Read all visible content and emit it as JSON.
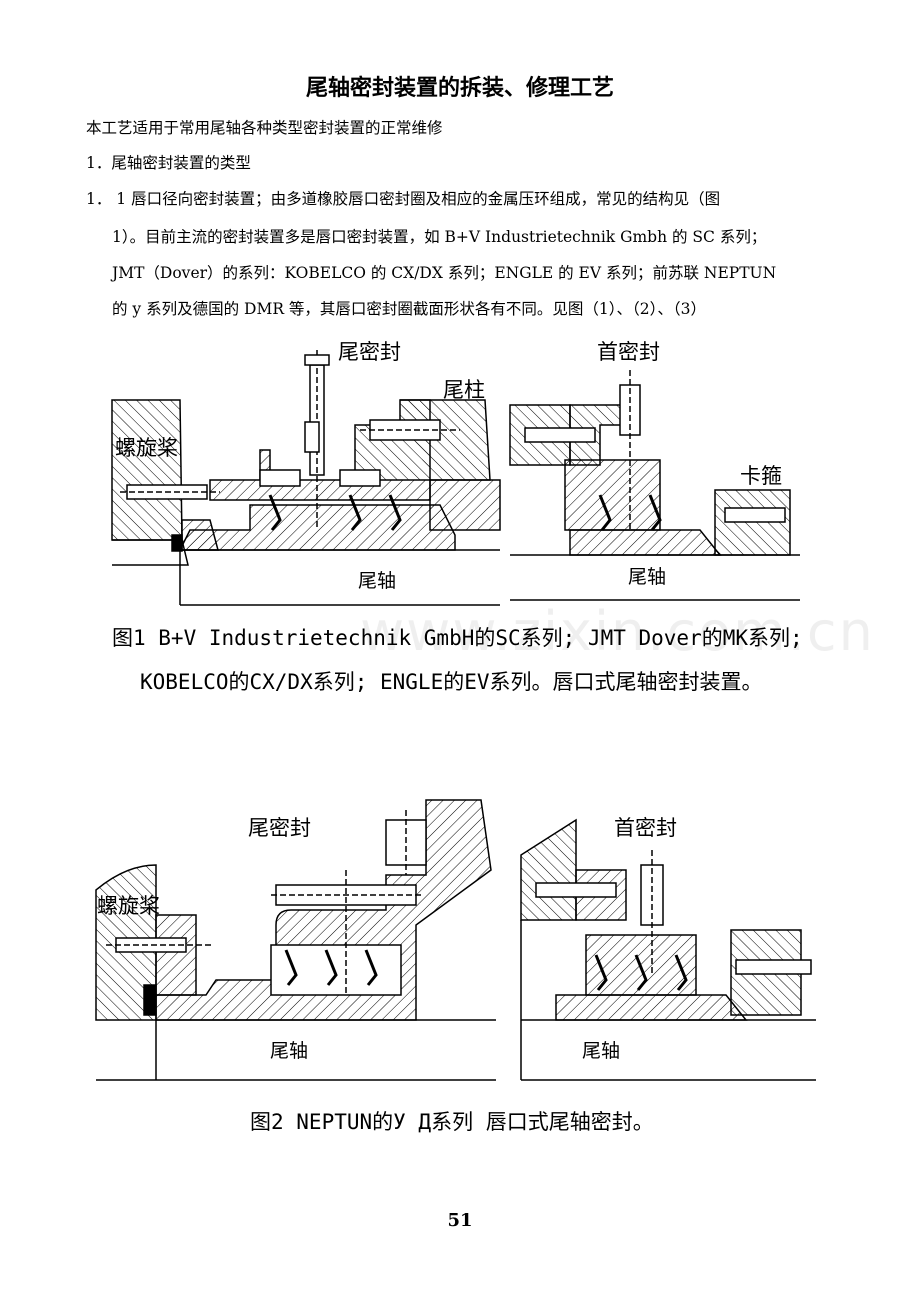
{
  "document": {
    "title": "尾轴密封装置的拆装、修理工艺",
    "intro": "本工艺适用于常用尾轴各种类型密封装置的正常维修",
    "section1": "1．尾轴密封装置的类型",
    "para_line1": "1． 1 唇口径向密封装置；由多道橡胶唇口密封圈及相应的金属压环组成，常见的结构见（图",
    "para_line2": "1）。目前主流的密封装置多是唇口密封装置，如 B+V Industrietechnik Gmbh  的  SC  系列；",
    "para_line3": "JMT（Dover）的系列：KOBELCO  的  CX/DX  系列；ENGLE  的 EV 系列；前苏联 NEPTUN",
    "para_line4": "的 y 系列及德国的 DMR 等，其唇口密封圈截面形状各有不同。见图（1）、（2）、（3）",
    "page_number": "51",
    "watermark": "www.zixin.com.cn"
  },
  "figure1": {
    "labels": {
      "stern_seal": "尾密封",
      "bow_seal": "首密封",
      "stern_post": "尾柱",
      "propeller": "螺旋桨",
      "clamp": "卡箍",
      "shaft_left": "尾轴",
      "shaft_right": "尾轴"
    },
    "caption_line1": "图1 B+V Industrietechnik GmbH的SC系列; JMT Dover的MK系列;",
    "caption_line2": "KOBELCO的CX/DX系列; ENGLE的EV系列。唇口式尾轴密封装置。"
  },
  "figure2": {
    "labels": {
      "stern_seal": "尾密封",
      "bow_seal": "首密封",
      "propeller": "螺旋桨",
      "shaft_left": "尾轴",
      "shaft_right": "尾轴"
    },
    "caption": "图2 NEPTUN的У Д系列   唇口式尾轴密封。"
  }
}
